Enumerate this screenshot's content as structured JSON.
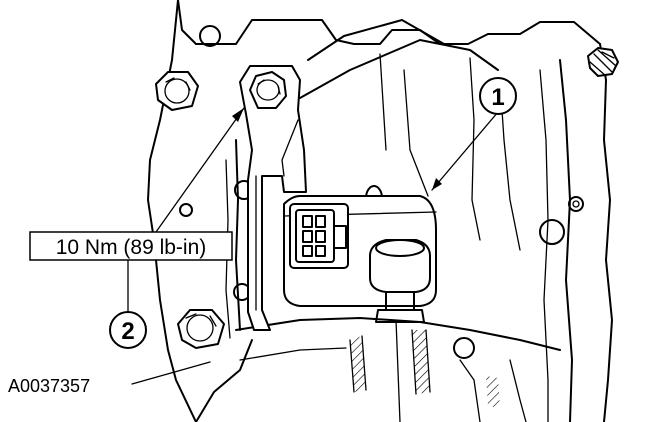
{
  "callouts": [
    {
      "number": "1"
    },
    {
      "number": "2"
    }
  ],
  "torque_label": "10 Nm (89 lb-in)",
  "figure_id": "A0037357",
  "colors": {
    "line": "#000000",
    "background": "#ffffff"
  }
}
